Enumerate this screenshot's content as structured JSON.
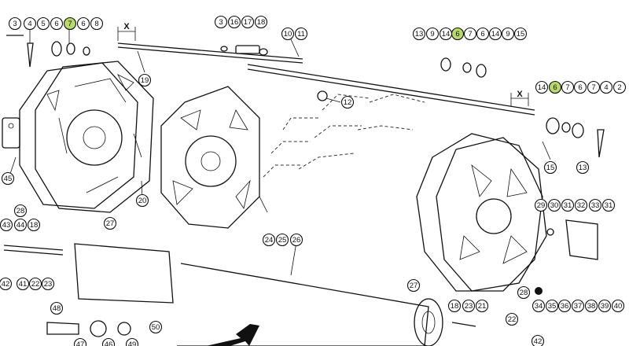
{
  "diagram": {
    "highlight_color": "#b9d96a",
    "dimension_marker": "X",
    "callouts": [
      {
        "id": "c-3",
        "label": "3"
      },
      {
        "id": "c-4a",
        "label": "4"
      },
      {
        "id": "c-5a",
        "label": "5"
      },
      {
        "id": "c-6a",
        "label": "6"
      },
      {
        "id": "c-7a",
        "label": "7",
        "highlighted": true
      },
      {
        "id": "c-6b",
        "label": "6"
      },
      {
        "id": "c-8",
        "label": "8"
      },
      {
        "id": "c-19",
        "label": "19"
      },
      {
        "id": "c-3b",
        "label": "3"
      },
      {
        "id": "c-16",
        "label": "16"
      },
      {
        "id": "c-17",
        "label": "17"
      },
      {
        "id": "c-18a",
        "label": "18"
      },
      {
        "id": "c-10",
        "label": "10"
      },
      {
        "id": "c-11",
        "label": "11"
      },
      {
        "id": "c-12",
        "label": "12"
      },
      {
        "id": "c-13a",
        "label": "13"
      },
      {
        "id": "c-9a",
        "label": "9"
      },
      {
        "id": "c-14a",
        "label": "14"
      },
      {
        "id": "c-6c",
        "label": "6",
        "highlighted": true
      },
      {
        "id": "c-7b",
        "label": "7"
      },
      {
        "id": "c-6d",
        "label": "6"
      },
      {
        "id": "c-14b",
        "label": "14"
      },
      {
        "id": "c-9b",
        "label": "9"
      },
      {
        "id": "c-15a",
        "label": "15"
      },
      {
        "id": "c-14c",
        "label": "14"
      },
      {
        "id": "c-6e",
        "label": "6",
        "highlighted": true
      },
      {
        "id": "c-7c",
        "label": "7"
      },
      {
        "id": "c-6f",
        "label": "6"
      },
      {
        "id": "c-7d",
        "label": "7"
      },
      {
        "id": "c-4b",
        "label": "4"
      },
      {
        "id": "c-2",
        "label": "2"
      },
      {
        "id": "c-15b",
        "label": "15"
      },
      {
        "id": "c-13b",
        "label": "13"
      },
      {
        "id": "c-45",
        "label": "45"
      },
      {
        "id": "c-27a",
        "label": "27"
      },
      {
        "id": "c-20",
        "label": "20"
      },
      {
        "id": "c-28a",
        "label": "28"
      },
      {
        "id": "c-43",
        "label": "43"
      },
      {
        "id": "c-44",
        "label": "44"
      },
      {
        "id": "c-18b",
        "label": "18"
      },
      {
        "id": "c-42a",
        "label": "42"
      },
      {
        "id": "c-41",
        "label": "41"
      },
      {
        "id": "c-22a",
        "label": "22"
      },
      {
        "id": "c-23a",
        "label": "23"
      },
      {
        "id": "c-24",
        "label": "24"
      },
      {
        "id": "c-25",
        "label": "25"
      },
      {
        "id": "c-26",
        "label": "26"
      },
      {
        "id": "c-29",
        "label": "29"
      },
      {
        "id": "c-30",
        "label": "30"
      },
      {
        "id": "c-31a",
        "label": "31"
      },
      {
        "id": "c-32",
        "label": "32"
      },
      {
        "id": "c-33",
        "label": "33"
      },
      {
        "id": "c-31b",
        "label": "31"
      },
      {
        "id": "c-27b",
        "label": "27"
      },
      {
        "id": "c-28b",
        "label": "28"
      },
      {
        "id": "c-34",
        "label": "34"
      },
      {
        "id": "c-35",
        "label": "35"
      },
      {
        "id": "c-36",
        "label": "36"
      },
      {
        "id": "c-37",
        "label": "37"
      },
      {
        "id": "c-38",
        "label": "38"
      },
      {
        "id": "c-39",
        "label": "39"
      },
      {
        "id": "c-40",
        "label": "40"
      },
      {
        "id": "c-18c",
        "label": "18"
      },
      {
        "id": "c-23b",
        "label": "23"
      },
      {
        "id": "c-21",
        "label": "21"
      },
      {
        "id": "c-22b",
        "label": "22"
      },
      {
        "id": "c-42b",
        "label": "42"
      },
      {
        "id": "c-50",
        "label": "50"
      },
      {
        "id": "c-48",
        "label": "48"
      },
      {
        "id": "c-47",
        "label": "47"
      },
      {
        "id": "c-46",
        "label": "46"
      },
      {
        "id": "c-49",
        "label": "49"
      }
    ]
  }
}
